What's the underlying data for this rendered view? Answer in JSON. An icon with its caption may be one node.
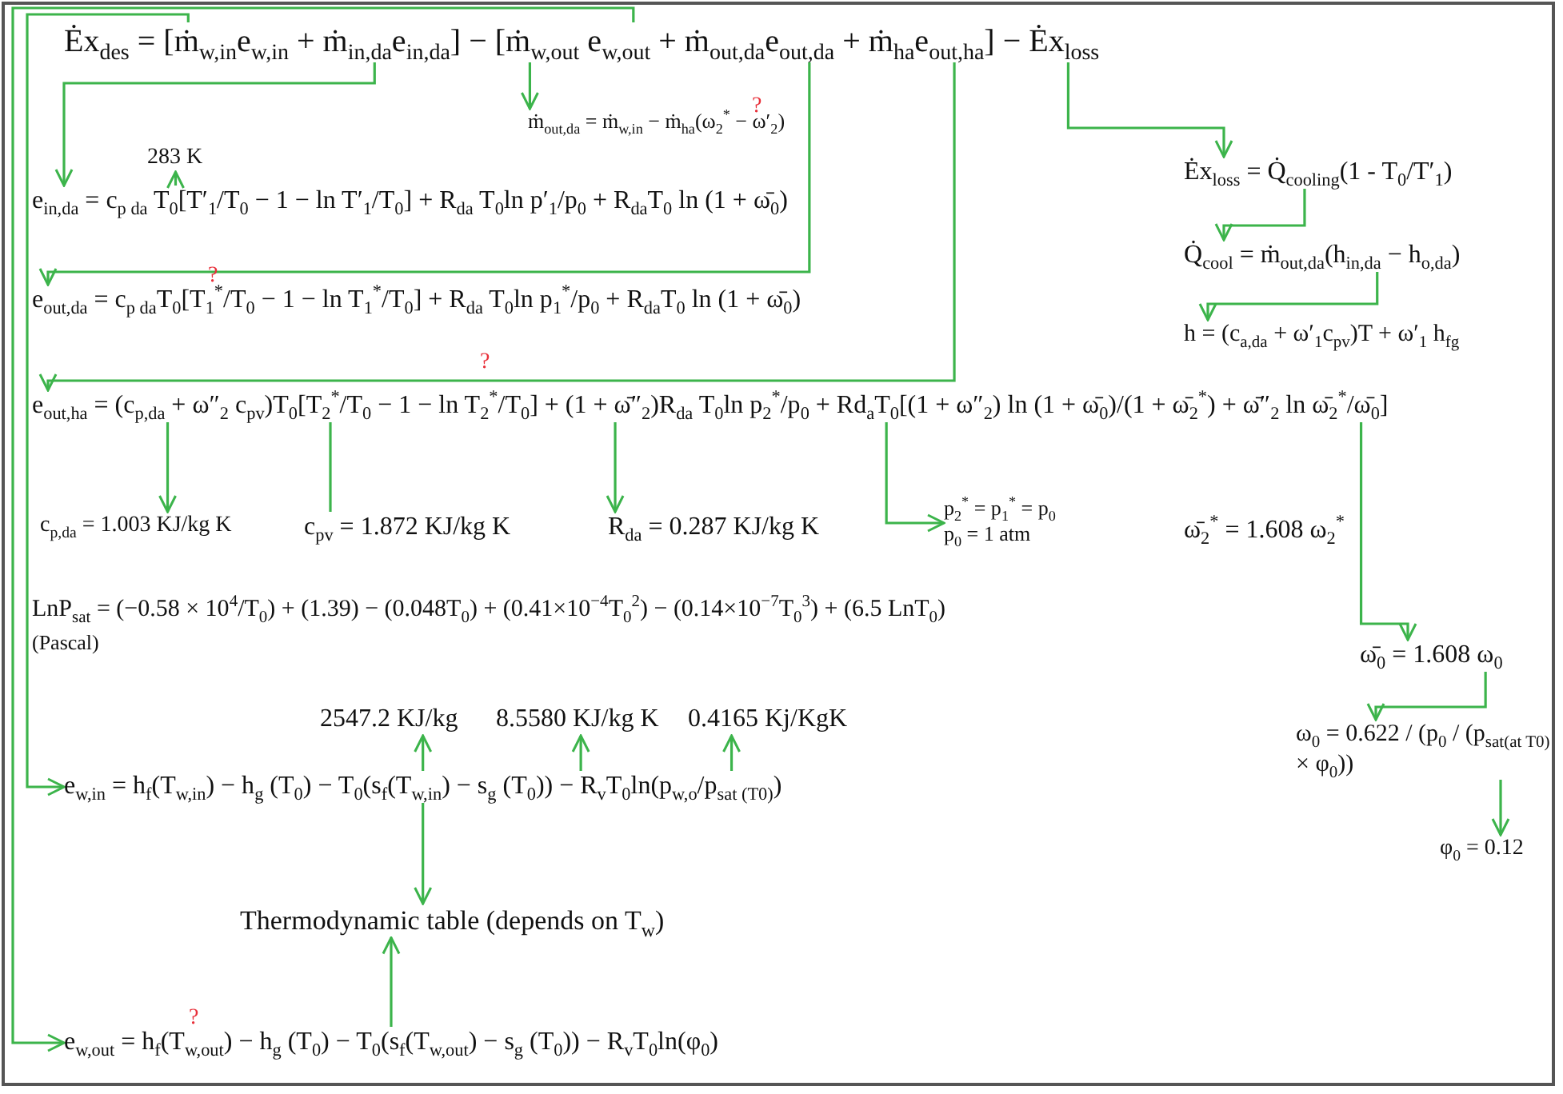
{
  "diagram": {
    "nodes": [
      {
        "text": [
          "Ėx$_{des}$ = [ṁ$_{w,in}$e$_{w,in}$ + ṁ$_{in,da}$e$_{in,da}$] − [ṁ$_{w,out}$ e$_{w,out}$ + ṁ$_{out,da}$e$_{out,da}$ + ṁ$_{ha}$e$_{out,ha}$] − Ėx$_{loss}$"
        ]
      },
      {
        "text": [
          "ṁ$_{out,da}$ = ṁ$_{w,in}$ − ṁ$_{ha}$(ω$_{2}$$^{*}$ − ω′$_{2}$)"
        ]
      },
      {
        "text": [
          "283 K"
        ]
      },
      {
        "text": [
          "e$_{in,da}$ = c$_{p da}$ T$_{0}$[T′$_{1}$/T$_{0}$ − 1 − ln T′$_{1}$/T$_{0}$] + R$_{da}$ T$_{0}$ln p′$_{1}$/p$_{0}$ + R$_{da}$T$_{0}$ ln (1 + ω̄$_{0}$)"
        ]
      },
      {
        "text": [
          "e$_{out,da}$ = c$_{p da}$T$_{0}$[T$_{1}$$^{*}$/T$_{0}$ − 1 − ln T$_{1}$$^{*}$/T$_{0}$] + R$_{da}$ T$_{0}$ln p$_{1}$$^{*}$/p$_{0}$ + R$_{da}$T$_{0}$ ln (1 + ω̄$_{0}$)"
        ]
      },
      {
        "text": [
          "Ėx$_{loss}$ = Q̇$_{cooling}$(1 - T$_{0}$/T′$_{1}$)"
        ]
      },
      {
        "text": [
          "Q̇$_{cool}$ = ṁ$_{out,da}$(h$_{in,da}$ − h$_{o,da}$)"
        ]
      },
      {
        "text": [
          "h = (c$_{a,da}$ + ω′$_{1}$c$_{pv}$)T + ω′$_{1}$ h$_{fg}$"
        ]
      },
      {
        "text": [
          "e$_{out,ha}$ = (c$_{p,da}$ + ω″$_{2}$ c$_{pv}$)T$_{0}$[T$_{2}$$^{*}$/T$_{0}$ − 1 − ln T$_{2}$$^{*}$/T$_{0}$] + (1 + ω̄″$_{2}$)R$_{da}$ T$_{0}$ln p$_{2}$$^{*}$/p$_{0}$ + Rd$_{a}$T$_{0}$[(1 + ω″$_{2}$) ln (1 + ω̄$_{0}$)/(1 + ω̄$_{2}$$^{*}$) + ω̄″$_{2}$ ln ω̄$_{2}$$^{*}$/ω̄$_{0}$]"
        ]
      },
      {
        "text": [
          "c$_{p,da}$ = 1.003 KJ/kg K"
        ]
      },
      {
        "text": [
          "c$_{pv}$ = 1.872 KJ/kg K"
        ]
      },
      {
        "text": [
          "R$_{da}$ = 0.287 KJ/kg K"
        ]
      },
      {
        "text": [
          "p$_{2}$$^{*}$ = p$_{1}$$^{*}$ = p$_{0}$",
          "p$_{0}$ = 1 atm"
        ]
      },
      {
        "text": [
          "ω̄$_{0}$ = 1.608 ω$_{0}$"
        ]
      },
      {
        "text": [
          "ω$_{0}$ = 0.622 / (p$_{0}$ / (p$_{sat(at T0)}$ × φ$_{0}$))"
        ]
      },
      {
        "text": [
          "φ$_{0}$ = 0.12"
        ]
      },
      {
        "text": [
          "e$_{w,in}$ = h$_{f}$(T$_{w,in}$) − h$_{g}$ (T$_{0}$) − T$_{0}$(s$_{f}$(T$_{w,in}$) − s$_{g}$ (T$_{0}$)) − R$_{v}$T$_{0}$ln(p$_{w,o}$/p$_{sat (T0)}$)"
        ]
      },
      {
        "text": [
          "2547.2 KJ/kg"
        ]
      },
      {
        "text": [
          "8.5580 KJ/kg K"
        ]
      },
      {
        "text": [
          "0.4165 Kj/KgK"
        ]
      },
      {
        "text": [
          "Thermodynamic table (depends on T$_{w}$)"
        ]
      },
      {
        "text": [
          "e$_{w,out}$ = h$_{f}$(T$_{w,out}$) − h$_{g}$ (T$_{0}$) − T$_{0}$(s$_{f}$(T$_{w,out}$) − s$_{g}$ (T$_{0}$)) − R$_{v}$T$_{0}$ln(φ$_{0}$)"
        ]
      }
    ],
    "edges": [
      {
        "from": 0,
        "to": 16,
        "arrow": "to"
      },
      {
        "from": 0,
        "to": 3,
        "arrow": "to"
      },
      {
        "from": 0,
        "to": 1,
        "arrow": "to"
      },
      {
        "from": 0,
        "to": 21,
        "arrow": "to"
      },
      {
        "from": 0,
        "to": 4,
        "arrow": "to"
      },
      {
        "from": 0,
        "to": 8,
        "arrow": "to"
      },
      {
        "from": 0,
        "to": 5,
        "arrow": "to"
      },
      {
        "from": 3,
        "to": 2,
        "arrow": "to"
      },
      {
        "from": 5,
        "to": 6,
        "arrow": "to"
      },
      {
        "from": 6,
        "to": 7,
        "arrow": "to"
      },
      {
        "from": 8,
        "to": 9,
        "arrow": "to"
      },
      {
        "from": 8,
        "to": 10,
        "arrow": "none"
      },
      {
        "from": 8,
        "to": 11,
        "arrow": "to"
      },
      {
        "from": 8,
        "to": 12,
        "arrow": "to"
      },
      {
        "from": 8,
        "to": 13,
        "arrow": "to"
      },
      {
        "from": 13,
        "to": 14,
        "arrow": "to"
      },
      {
        "from": 14,
        "to": 15,
        "arrow": "to"
      },
      {
        "from": 16,
        "to": 17,
        "arrow": "to"
      },
      {
        "from": 16,
        "to": 18,
        "arrow": "to"
      },
      {
        "from": 16,
        "to": 19,
        "arrow": "to"
      },
      {
        "from": 16,
        "to": 20,
        "arrow": "to"
      },
      {
        "from": 21,
        "to": 20,
        "arrow": "to"
      }
    ],
    "labels": [
      "?",
      "?",
      "?",
      "ω̄$_{2}$$^{*}$ = 1.608 ω$_{2}$$^{*}$",
      "LnP$_{sat}$ = (−0.58 × 10$^{4}$/T$_{0}$) + (1.39) − (0.048T$_{0}$) + (0.41×10$^{−4}$T$_{0}$$^{2}$) − (0.14×10$^{−7}$T$_{0}$$^{3}$) + (6.5 LnT$_{0}$)",
      "(Pascal)",
      "?"
    ]
  }
}
